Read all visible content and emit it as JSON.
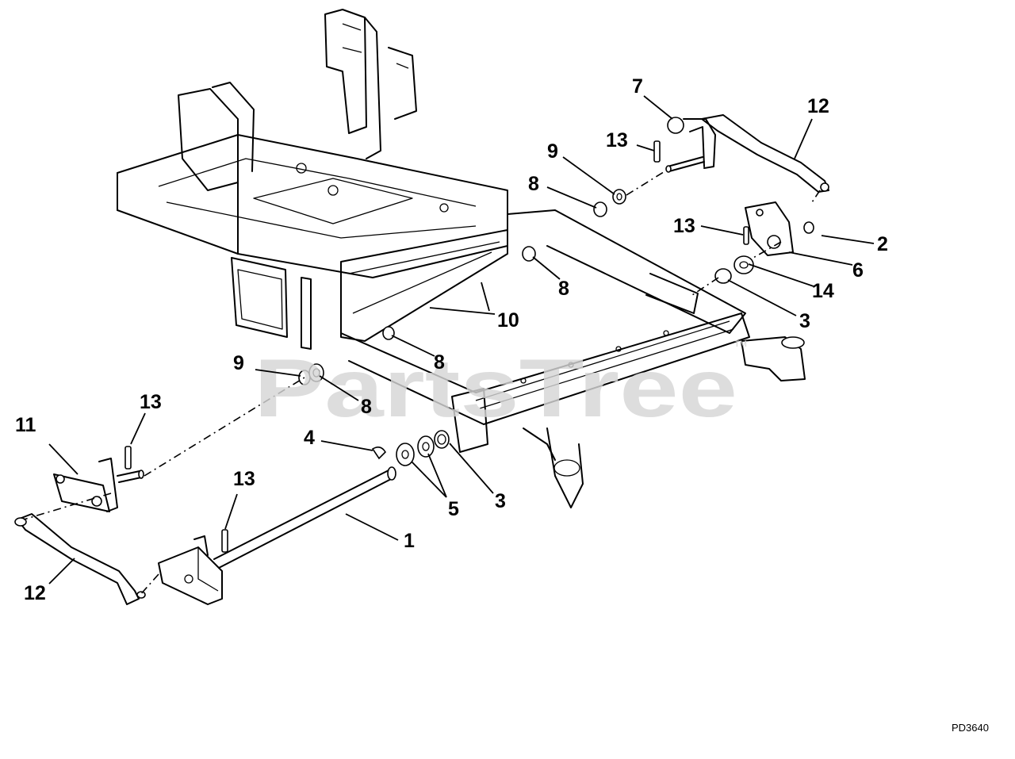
{
  "watermark": {
    "text": "PartsTree",
    "mark": "TM"
  },
  "drawing_code": "PD3640",
  "callouts": [
    "1",
    "2",
    "3",
    "3",
    "4",
    "5",
    "6",
    "7",
    "8",
    "8",
    "8",
    "8",
    "9",
    "9",
    "10",
    "11",
    "12",
    "12",
    "13",
    "13",
    "13",
    "13",
    "14"
  ]
}
